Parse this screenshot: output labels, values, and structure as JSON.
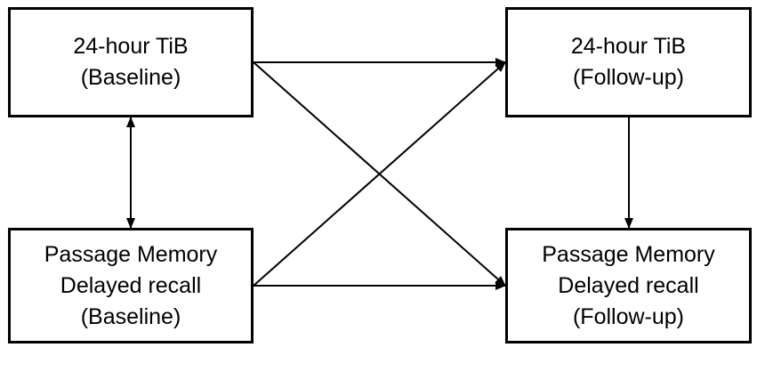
{
  "diagram": {
    "nodes": {
      "tib_baseline": {
        "lines": [
          "24-hour TiB",
          "(Baseline)"
        ]
      },
      "tib_followup": {
        "lines": [
          "24-hour TiB",
          "(Follow-up)"
        ]
      },
      "memory_baseline": {
        "lines": [
          "Passage Memory",
          "Delayed recall",
          "(Baseline)"
        ]
      },
      "memory_followup": {
        "lines": [
          "Passage Memory",
          "Delayed recall",
          "(Follow-up)"
        ]
      }
    },
    "edges": [
      {
        "from": "tib_baseline",
        "to": "memory_baseline",
        "direction": "both"
      },
      {
        "from": "tib_baseline",
        "to": "tib_followup",
        "direction": "forward"
      },
      {
        "from": "tib_baseline",
        "to": "memory_followup",
        "direction": "forward"
      },
      {
        "from": "memory_baseline",
        "to": "tib_followup",
        "direction": "forward"
      },
      {
        "from": "memory_baseline",
        "to": "memory_followup",
        "direction": "forward"
      },
      {
        "from": "tib_followup",
        "to": "memory_followup",
        "direction": "forward"
      }
    ],
    "colors": {
      "stroke": "#000000",
      "background": "#ffffff"
    }
  }
}
